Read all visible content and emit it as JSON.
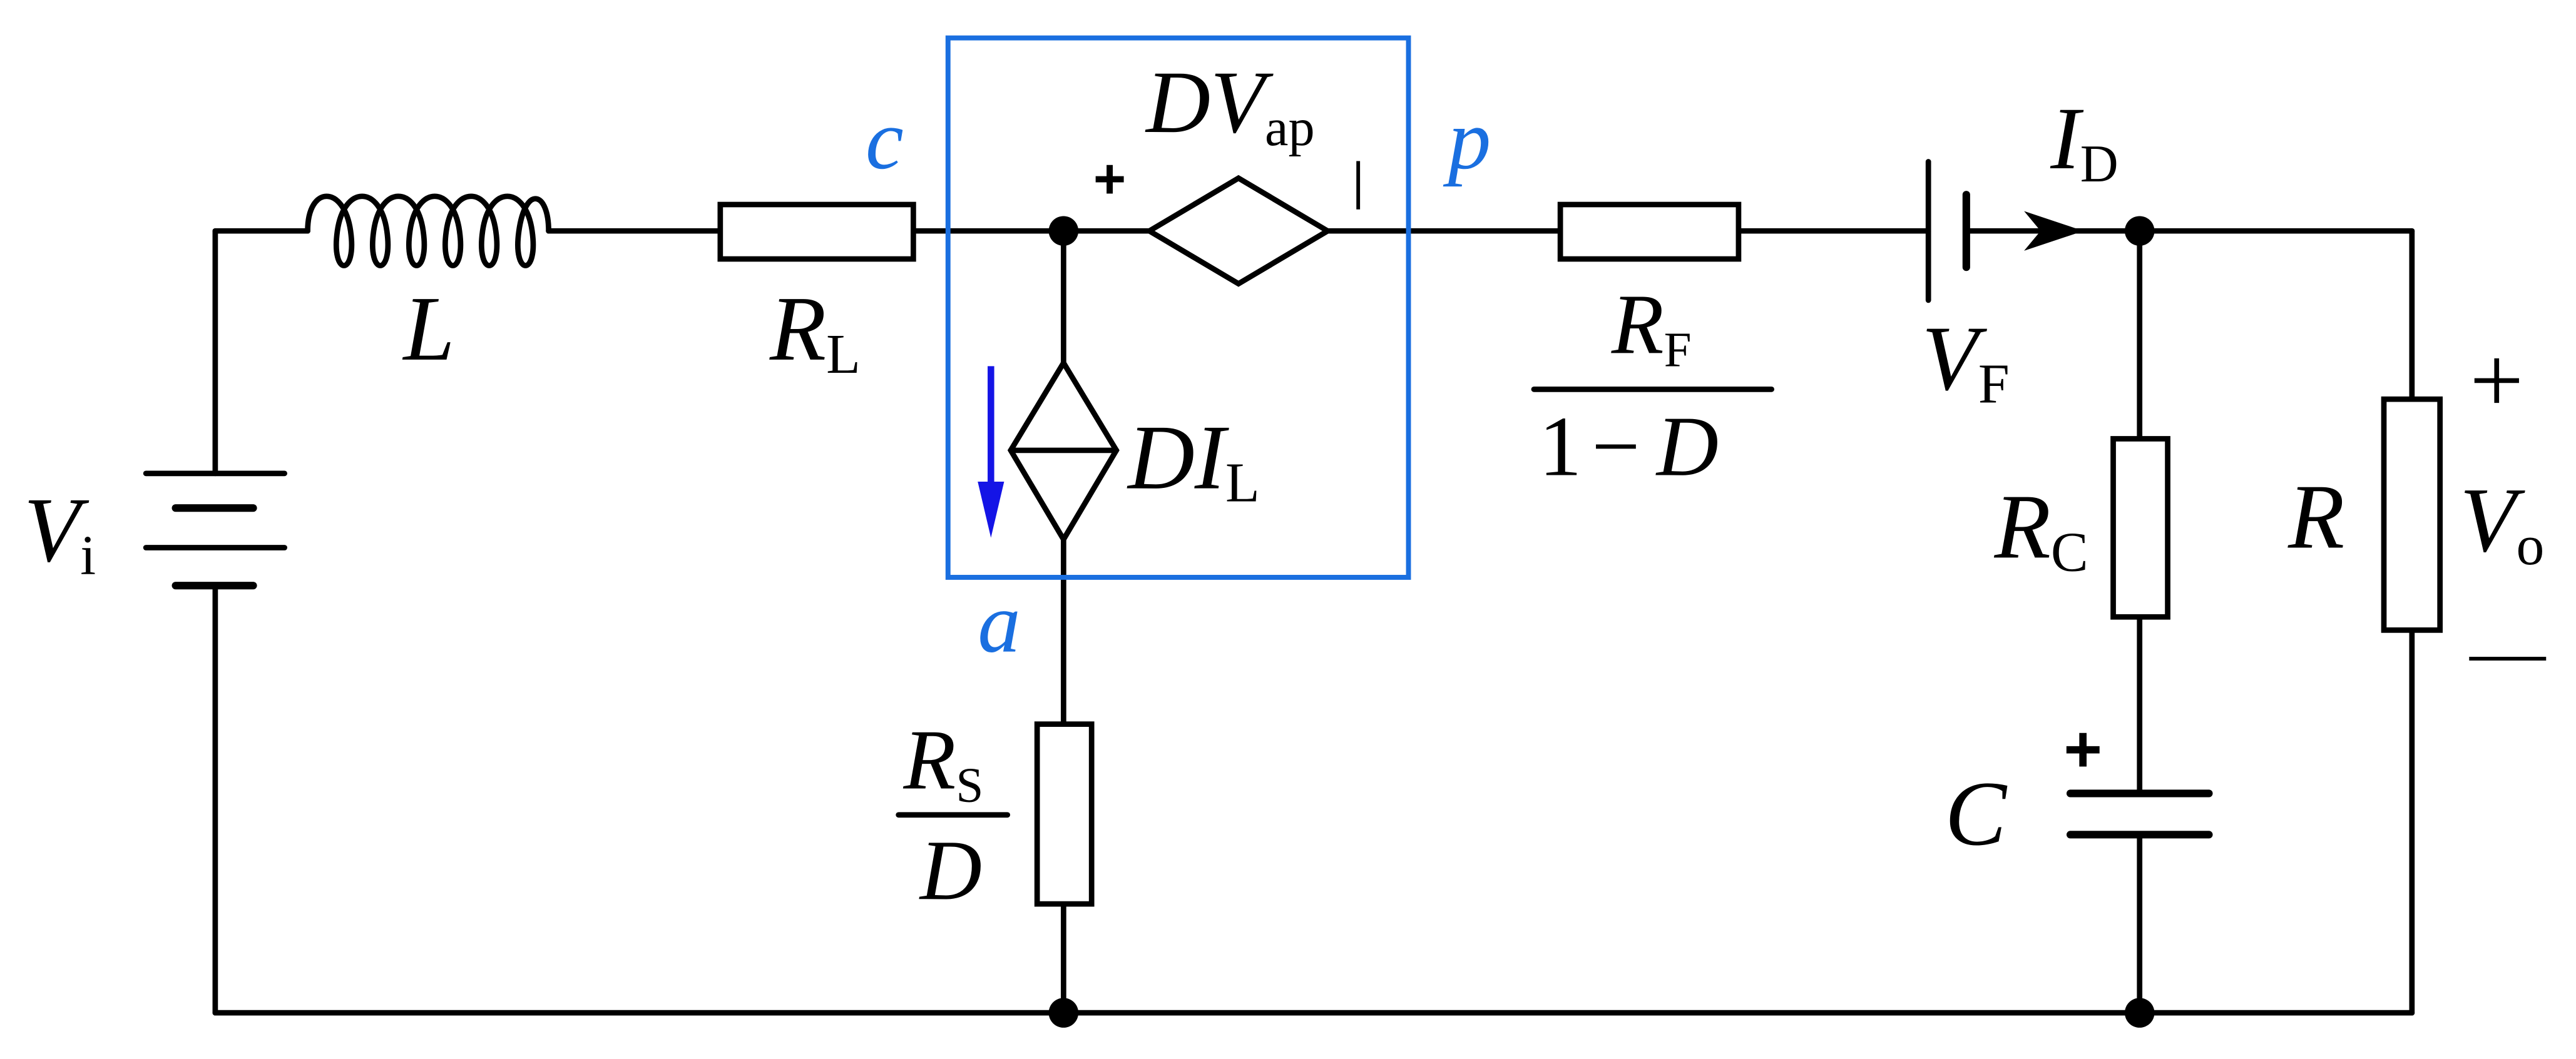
{
  "diagram": {
    "components": {
      "vi": {
        "symbol": "V",
        "sub": "i"
      },
      "inductor": {
        "symbol": "L"
      },
      "rl": {
        "symbol": "R",
        "sub": "L"
      },
      "rs": {
        "num_symbol": "R",
        "num_sub": "S",
        "den": "D"
      },
      "dvap": {
        "symbol": "DV",
        "sub": "ap",
        "plus": "+",
        "minus": "|"
      },
      "dil": {
        "symbol": "DI",
        "sub": "L"
      },
      "rf": {
        "num_symbol": "R",
        "num_sub": "F",
        "den_one": "1",
        "den_minus": "−",
        "den_d": "D"
      },
      "vf": {
        "symbol": "V",
        "sub": "F"
      },
      "id": {
        "symbol": "I",
        "sub": "D"
      },
      "rc": {
        "symbol": "R",
        "sub": "C"
      },
      "cap": {
        "symbol": "C",
        "plus": "+"
      },
      "r": {
        "symbol": "R"
      },
      "vo": {
        "symbol": "V",
        "sub": "o",
        "plus": "+",
        "minus": "—"
      }
    },
    "nodes": {
      "c": "c",
      "p": "p",
      "a": "a"
    },
    "colors": {
      "wire": "#000000",
      "highlight": "#1a6fe0",
      "current_arrow": "#1414e6"
    }
  }
}
